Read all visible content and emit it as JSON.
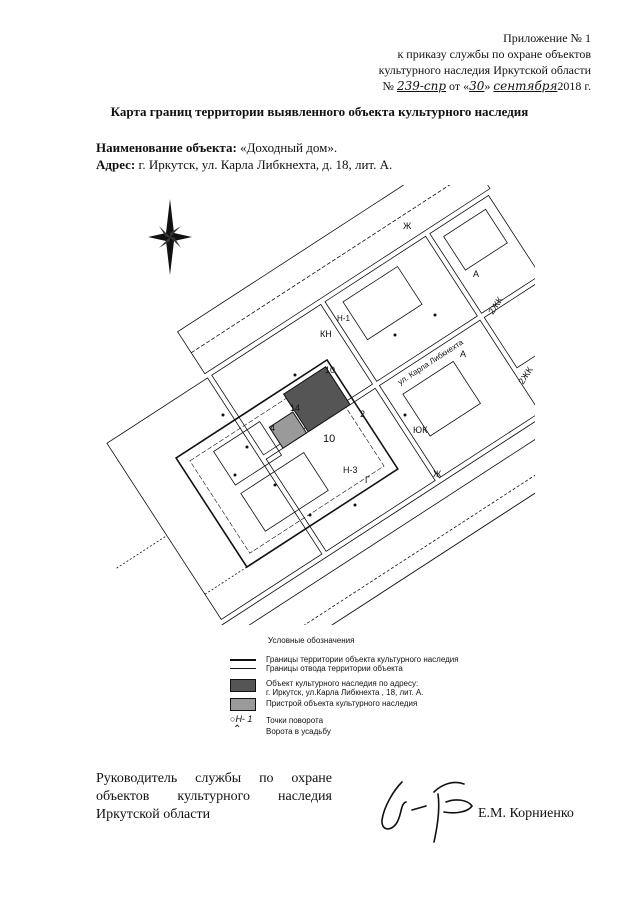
{
  "appendix": {
    "line1": "Приложение № 1",
    "line2": "к приказу службы по охране объектов",
    "line3": "культурного наследия Иркутской области",
    "num_prefix": "№",
    "num_value": "239-спр",
    "from": "от «",
    "day": "30",
    "month_close": "»",
    "month": "сентября",
    "year": "2018 г."
  },
  "title": "Карта границ территории выявленного объекта культурного наследия",
  "object": {
    "name_label": "Наименование объекта:",
    "name_value": " «Доходный дом».",
    "address_label": "Адрес:",
    "address_value": " г. Иркутск, ул. Карла Либкнехта, д. 18, лит. А."
  },
  "map": {
    "street": "ул. Карла Либкнехта",
    "labels": {
      "zh1": "Ж",
      "zh2": "Ж",
      "dok1": "2ЖК",
      "dok2": "2ЖК",
      "kn": "КН",
      "a1": "А",
      "a2": "А",
      "g": "Г",
      "n10a": "10",
      "n10b": "10",
      "n14": "14",
      "n2": "2",
      "h1": "Н-1",
      "h3": "Н-3",
      "n4": "4",
      "ok": "ЮК"
    }
  },
  "legend": {
    "title": "Условные обозначения",
    "boundary": "Границы территории объекта культурного наследия",
    "allotment": "Границы отвода территории объекта",
    "object_line1": "Объект культурного наследия по адресу:",
    "object_line2": "г. Иркутск, ул.Карла Либкнехта , 18, лит. А.",
    "annex": "Пристрой объекта культурного наследия",
    "point_symbol": "Н- 1",
    "points": "Точки поворота",
    "gate": "Ворота в усадьбу"
  },
  "signature": {
    "role_line1": "Руководитель службы по охране",
    "role_line2": "объектов культурного наследия",
    "role_line3": "Иркутской области",
    "name": "Е.М. Корниенко"
  },
  "colors": {
    "object_fill": "#555555",
    "annex_fill": "#9a9a9a",
    "ink": "#111111"
  }
}
